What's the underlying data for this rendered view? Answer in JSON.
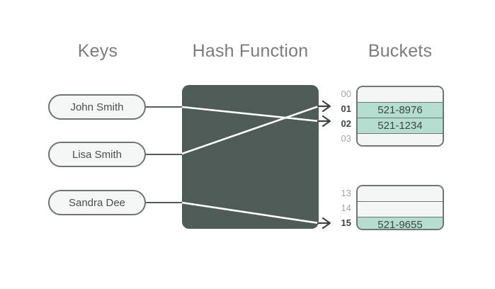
{
  "headings": {
    "keys": "Keys",
    "hash": "Hash Function",
    "buckets": "Buckets"
  },
  "keys": [
    {
      "label": "John Smith",
      "maps_to": "02"
    },
    {
      "label": "Lisa Smith",
      "maps_to": "01"
    },
    {
      "label": "Sandra Dee",
      "maps_to": "15"
    }
  ],
  "bucket_groups": [
    {
      "name": "top",
      "cells": [
        {
          "index": "00",
          "value": "",
          "filled": false,
          "active": false
        },
        {
          "index": "01",
          "value": "521-8976",
          "filled": true,
          "active": true
        },
        {
          "index": "02",
          "value": "521-1234",
          "filled": true,
          "active": true
        },
        {
          "index": "03",
          "value": "",
          "filled": false,
          "active": false
        }
      ]
    },
    {
      "name": "bottom",
      "cells": [
        {
          "index": "13",
          "value": "",
          "filled": false,
          "active": false
        },
        {
          "index": "14",
          "value": "",
          "filled": false,
          "active": false
        },
        {
          "index": "15",
          "value": "521-9655",
          "filled": true,
          "active": true
        }
      ]
    }
  ],
  "colors": {
    "background": "#ffffff",
    "hash_box": "#4e5b57",
    "filled_cell": "#b5ded1",
    "empty_cell": "#f4f6f5",
    "border": "#6e7573",
    "heading_text": "#7b7d7c",
    "index_active": "#3d4442",
    "index_inactive": "#a3a7a6",
    "connector": "#ffffff"
  }
}
